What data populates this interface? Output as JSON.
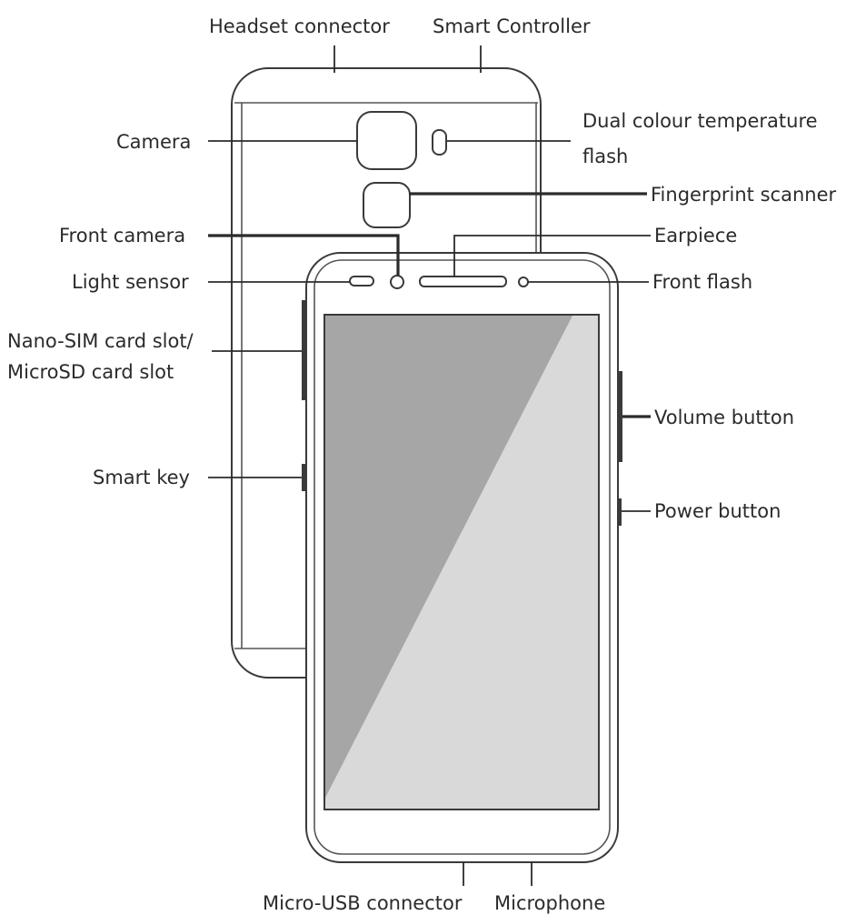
{
  "labels": {
    "headset_connector": "Headset connector",
    "smart_controller": "Smart Controller",
    "camera": "Camera",
    "dual_flash_line1": "Dual colour temperature",
    "dual_flash_line2": "flash",
    "fingerprint_scanner": "Fingerprint scanner",
    "front_camera": "Front camera",
    "earpiece": "Earpiece",
    "light_sensor": "Light sensor",
    "front_flash": "Front flash",
    "sim_slot_line1": "Nano-SIM card slot/",
    "sim_slot_line2": "MicroSD card slot",
    "volume_button": "Volume button",
    "smart_key": "Smart key",
    "power_button": "Power button",
    "micro_usb_connector": "Micro-USB connector",
    "microphone": "Microphone"
  },
  "colors": {
    "screen_dark": "#a6a6a6",
    "screen_light": "#d9d9d9",
    "outline": "#3a3a3a"
  }
}
